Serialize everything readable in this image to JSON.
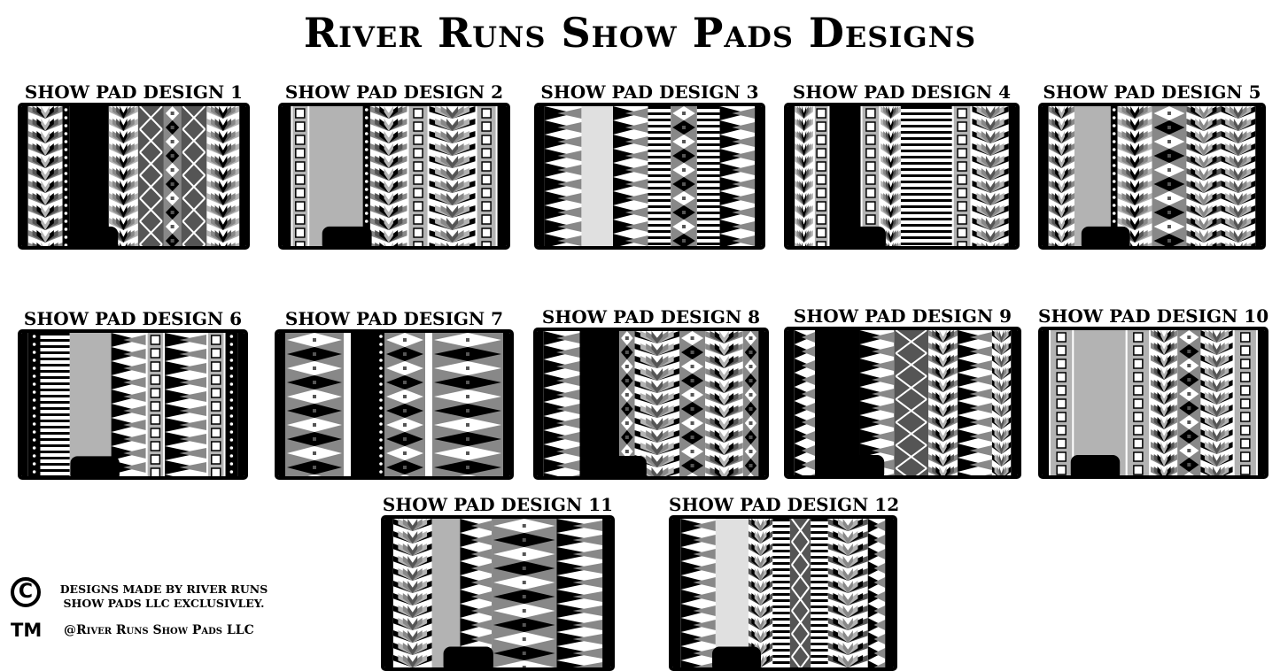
{
  "title": "River Runs Show Pads Designs",
  "designs": [
    {
      "label": "SHOW PAD DESIGN 1"
    },
    {
      "label": "SHOW PAD DESIGN 2"
    },
    {
      "label": "SHOW PAD DESIGN 3"
    },
    {
      "label": "SHOW PAD DESIGN 4"
    },
    {
      "label": "SHOW PAD DESIGN 5"
    },
    {
      "label": "SHOW PAD DESIGN 6"
    },
    {
      "label": "SHOW PAD DESIGN 7"
    },
    {
      "label": "SHOW PAD DESIGN 8"
    },
    {
      "label": "SHOW PAD DESIGN 9"
    },
    {
      "label": "SHOW PAD DESIGN 10"
    },
    {
      "label": "SHOW PAD DESIGN 11"
    },
    {
      "label": "SHOW PAD DESIGN 12"
    }
  ],
  "footer": {
    "copyright_symbol": "C",
    "trademark_symbol": "TM",
    "notice_line_1": "DESIGNS MADE BY RIVER RUNS",
    "notice_line_2": "SHOW PADS LLC EXCLUSIVLEY.",
    "credit": "@River Runs Show Pads LLC"
  },
  "colors": {
    "black": "#000000",
    "dark_gray": "#555555",
    "mid_gray": "#888888",
    "light_gray": "#b3b3b3",
    "pale_gray": "#e0e0e0",
    "white": "#ffffff"
  }
}
